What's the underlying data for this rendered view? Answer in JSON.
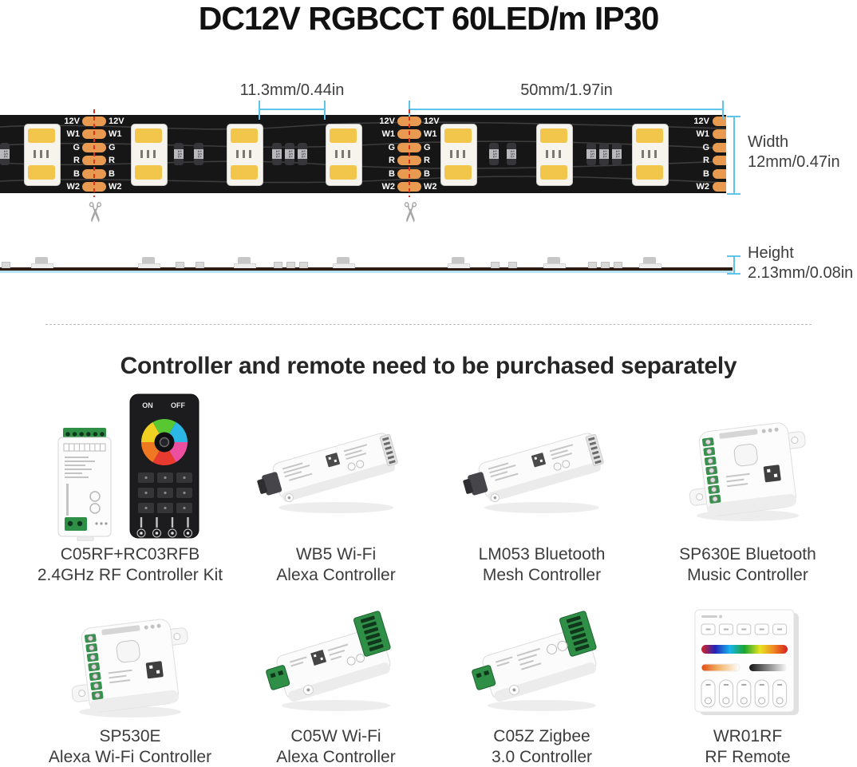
{
  "title": "DC12V RGBCCT 60LED/m IP30",
  "strip": {
    "pad_labels": [
      "12V",
      "W1",
      "G",
      "R",
      "B",
      "W2"
    ],
    "resistor_code": "151",
    "dimensions": {
      "led_gap": "11.3mm/0.44in",
      "cut_length": "50mm/1.97in",
      "width_label": "Width",
      "width_value": "12mm/0.47in",
      "height_label": "Height",
      "height_value": "2.13mm/0.08in"
    }
  },
  "icons": {
    "scissors": "✂"
  },
  "separator": {
    "heading": "Controller and remote need to be purchased separately"
  },
  "remote": {
    "on_label": "ON",
    "off_label": "OFF"
  },
  "products": [
    {
      "line1": "C05RF+RC03RFB",
      "line2": "2.4GHz RF Controller Kit"
    },
    {
      "line1": "WB5 Wi-Fi",
      "line2": "Alexa Controller"
    },
    {
      "line1": "LM053 Bluetooth",
      "line2": "Mesh Controller"
    },
    {
      "line1": "SP630E Bluetooth",
      "line2": "Music Controller"
    },
    {
      "line1": "SP530E",
      "line2": "Alexa Wi-Fi Controller"
    },
    {
      "line1": "C05W Wi-Fi",
      "line2": "Alexa Controller"
    },
    {
      "line1": "C05Z Zigbee",
      "line2": "3.0 Controller"
    },
    {
      "line1": "WR01RF",
      "line2": "RF Remote"
    }
  ],
  "colors": {
    "dimension_blue": "#5fc4ea",
    "cut_red": "#e0301e",
    "pad_orange": "#e89a50",
    "strip_black": "#161616",
    "terminal_green": "#2f8f46"
  }
}
